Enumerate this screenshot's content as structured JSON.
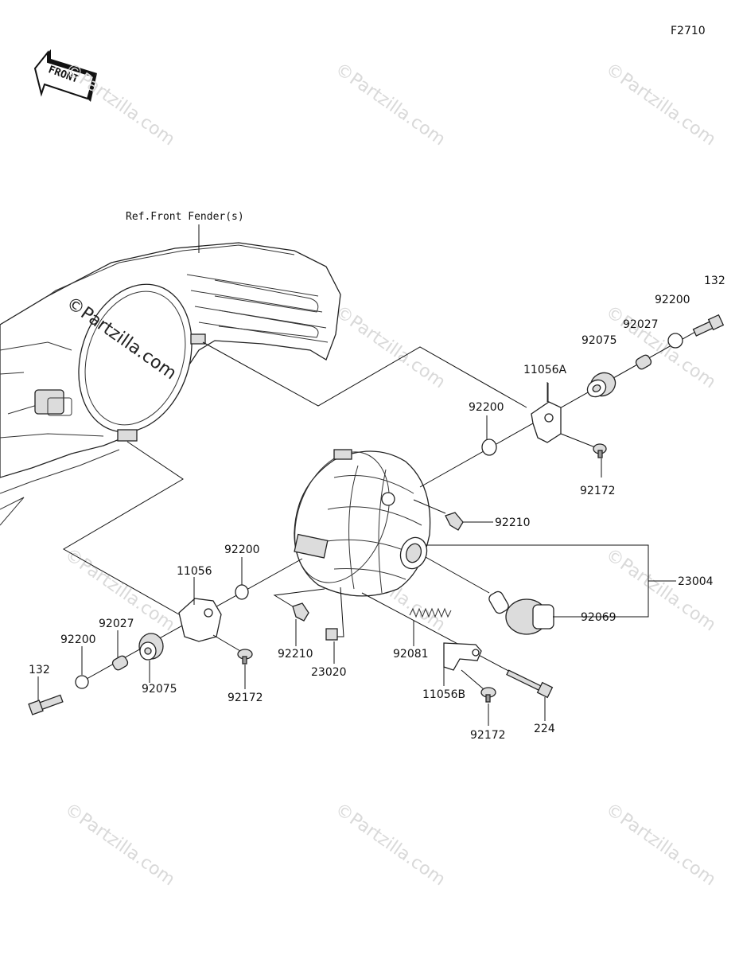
{
  "figure_code": "F2710",
  "front_arrow_label": "FRONT",
  "reference_note": "Ref.Front Fender(s)",
  "watermark_text": "©Partzilla.com",
  "callouts": {
    "c_132_right": "132",
    "c_92200_top_right": "92200",
    "c_92027_right": "92027",
    "c_92075_right": "92075",
    "c_11056a": "11056A",
    "c_92200_mid": "92200",
    "c_92172_right": "92172",
    "c_92210_right": "92210",
    "c_23004": "23004",
    "c_92069": "92069",
    "c_92200_left": "92200",
    "c_11056": "11056",
    "c_92027_left": "92027",
    "c_92200_far_left": "92200",
    "c_132_left": "132",
    "c_92075_left": "92075",
    "c_92172_left": "92172",
    "c_92210_left": "92210",
    "c_23020": "23020",
    "c_92081": "92081",
    "c_11056b": "11056B",
    "c_92172_bottom": "92172",
    "c_224": "224"
  }
}
